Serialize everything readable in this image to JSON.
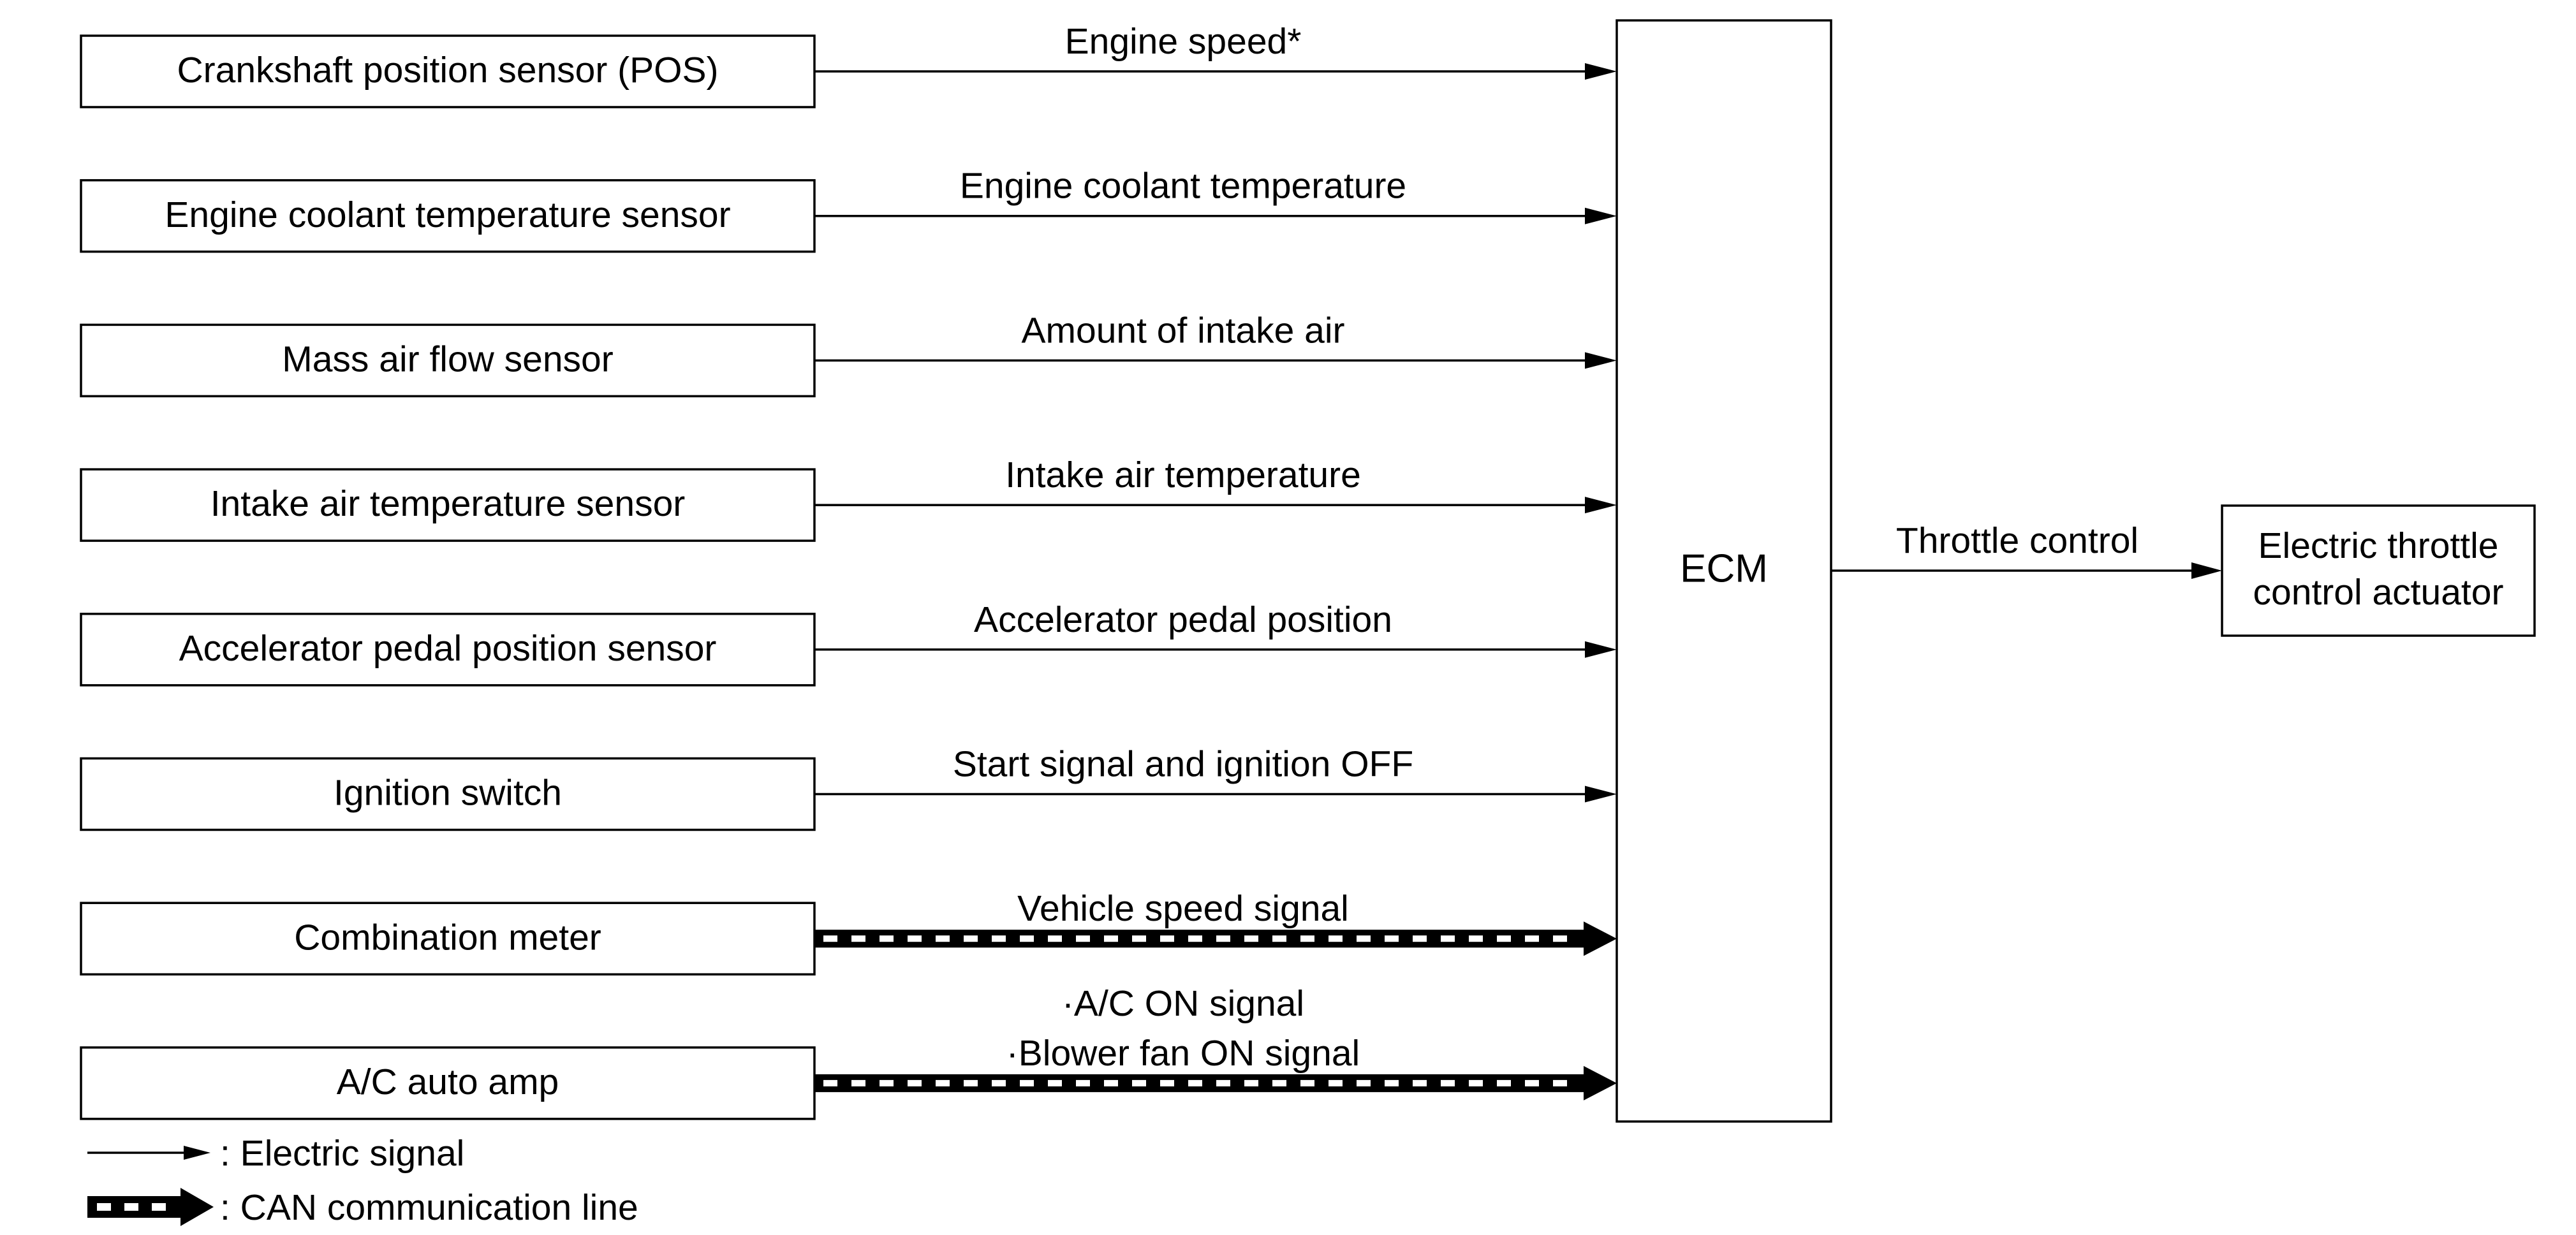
{
  "inputs": [
    {
      "label": "Crankshaft position sensor (POS)",
      "signal": [
        "Engine speed*"
      ],
      "type": "electric"
    },
    {
      "label": "Engine coolant temperature sensor",
      "signal": [
        "Engine coolant temperature"
      ],
      "type": "electric"
    },
    {
      "label": "Mass air flow sensor",
      "signal": [
        "Amount of intake air"
      ],
      "type": "electric"
    },
    {
      "label": "Intake air temperature sensor",
      "signal": [
        "Intake air temperature"
      ],
      "type": "electric"
    },
    {
      "label": "Accelerator pedal position sensor",
      "signal": [
        "Accelerator pedal position"
      ],
      "type": "electric"
    },
    {
      "label": "Ignition switch",
      "signal": [
        "Start signal and ignition OFF"
      ],
      "type": "electric"
    },
    {
      "label": "Combination meter",
      "signal": [
        "Vehicle speed signal"
      ],
      "type": "can"
    },
    {
      "label": "A/C auto amp",
      "signal": [
        "·A/C ON signal",
        "·Blower fan ON signal"
      ],
      "type": "can"
    }
  ],
  "ecm": {
    "label": "ECM"
  },
  "output": {
    "signal": "Throttle control",
    "label_lines": [
      "Electric throttle",
      "control actuator"
    ]
  },
  "legend": {
    "electric": ": Electric signal",
    "can": ": CAN communication line"
  }
}
